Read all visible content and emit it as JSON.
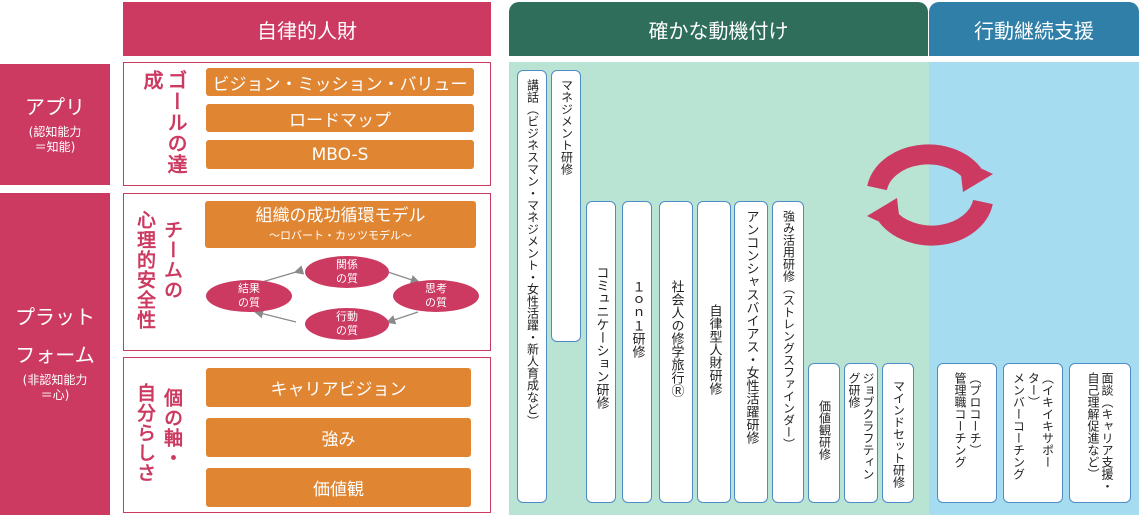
{
  "headers": {
    "autonomous": "自律的人財",
    "motivation": "確かな動機付け",
    "continuation": "行動継続支援"
  },
  "sidebar": {
    "app": {
      "title": "アプリ",
      "sub1": "(認知能力",
      "sub2": "＝知能)"
    },
    "platform": {
      "title1": "プラット",
      "title2": "フォーム",
      "sub1": "(非認知能力",
      "sub2": "＝心)"
    }
  },
  "goal_section": {
    "label": "ゴールの達成",
    "items": [
      "ビジョン・ミッション・バリュー",
      "ロードマップ",
      "MBO-S"
    ]
  },
  "team_section": {
    "label_a": "チームの",
    "label_b": "心理的安全性",
    "model_title": "組織の成功循環モデル",
    "model_subtitle": "～ロバート・カッツモデル～",
    "cycle": {
      "relationship": [
        "関係",
        "の質"
      ],
      "thinking": [
        "思考",
        "の質"
      ],
      "action": [
        "行動",
        "の質"
      ],
      "result": [
        "結果",
        "の質"
      ]
    }
  },
  "self_section": {
    "label_a": "個の軸・",
    "label_b": "自分らしさ",
    "items": [
      "キャリアビジョン",
      "強み",
      "価値観"
    ]
  },
  "trainings": [
    "講話（ビジネスマン・マネジメント・女性活躍・新人育成など）",
    "マネジメント研修",
    "コミュニケーション研修",
    "１ｏｎ１研修",
    "社会人の修学旅行Ⓡ",
    "自律型人財研修",
    "アンコンシャスバイアス・女性活躍研修",
    "強み活用研修（ストレングスファインダー）",
    "価値観研修",
    "ジョブクラフティング研修",
    "マインドセット研修"
  ],
  "support": [
    [
      "管理職コーチング",
      "（プロコーチ）"
    ],
    [
      "メンバーコーチング",
      "（イキイキサポーター）"
    ],
    [
      "面談（キャリア支援・自己理解促進など）"
    ]
  ],
  "colors": {
    "crimson": "#cc3a62",
    "orange": "#e08532",
    "dark_green": "#2e6e5a",
    "teal_blue": "#2f7fa8",
    "mint_bg": "#b9e3d3",
    "sky_bg": "#a6dcf0",
    "pill_border": "#4f8bc7"
  },
  "icons": [
    "cycle-arrows-icon"
  ]
}
